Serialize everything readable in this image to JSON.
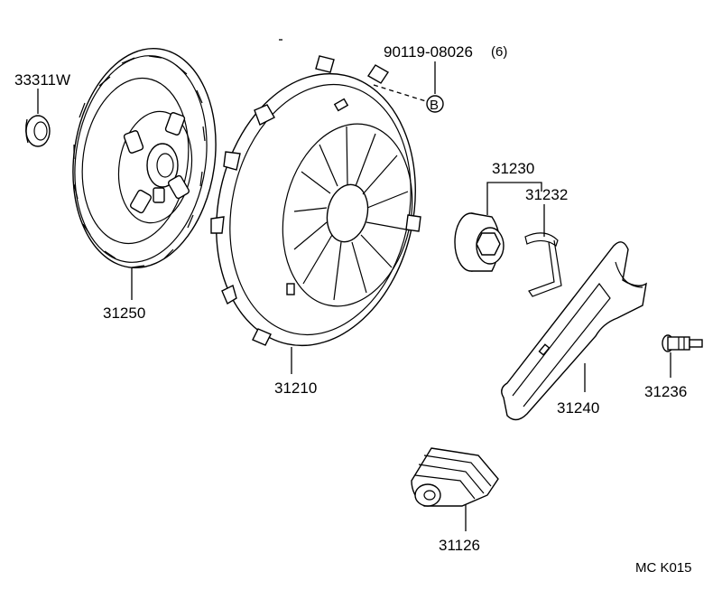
{
  "parts": {
    "release_bearing_pilot": "33311W",
    "clutch_disc": "31250",
    "clutch_cover": "31210",
    "cover_bolt": "90119-08026",
    "cover_bolt_qty": "(6)",
    "bolt_ref_marker": "B",
    "release_bearing_assy": "31230",
    "release_hub_clip": "31232",
    "release_fork": "31240",
    "fork_pivot_stud": "31236",
    "fork_boot": "31126"
  },
  "diagram_code": "MC K015"
}
